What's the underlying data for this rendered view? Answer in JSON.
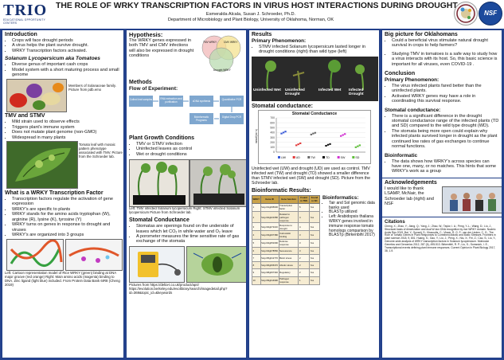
{
  "header": {
    "logo_text": "TRIO",
    "logo_sub": "EDUCATIONAL OPPORTUNITY CENTERS",
    "title": "THE ROLE OF WRKY TRANSCRIPTION FACTORS IN VIRUS HOST INTERACTIONS DURING DROUGHT",
    "authors": "Esmeralda Alcala, Susan J. Schroeder, Ph.D.",
    "department": "Department of Microbiology and Plant Biology, University of Oklahoma, Norman, OK",
    "seal_right": "NSF"
  },
  "col1": {
    "intro_title": "Introduction",
    "intro_items": [
      "Crops will face drought periods",
      "A virus helps the plant survive drought.",
      "WRKY Transcription factors activated."
    ],
    "solanum_title": "Solanum Lycopersicum aka Tomatoes",
    "solanum_items": [
      "Diverse genus of important cash crops",
      "Model system with a short maturing process and small genome"
    ],
    "solanum_caption": "Members of Solanaceae family. Picture from pdb.emo",
    "tmv_title": "TMV and STMV",
    "tmv_items": [
      "Mild strain used to observe effects",
      "Triggers plant's immune system",
      "Does not mutate plant genome (non-GMO)",
      "Widespread in many plants"
    ],
    "tmv_caption": "Tomato leaf with mosaic pattern phenotype associated with TMV. Picture from the Schroeder lab.",
    "wrky_title": "What is a WRKY Transcription Factor",
    "wrky_items": [
      "Transcription factors regulate the activation of gene expression",
      "WRKY's are specific to plants",
      "WRKY stands for the amino acids tryptophan (W), arginine (R), lysine (K), tyrosine (Y)",
      "WRKY turns on genes in response to drought and viruses",
      "WRKY's are organized into 3 groups"
    ],
    "wrky_caption": "Left: Cartoon representation model of Rice WRKY (green) binding at DNA major groove (red orange) Right: Main amino acids (magenta) binding to DNA. Zinc ligand (light blue) included. From Protein Data Bank 6IR8 (Cheng 2019)"
  },
  "col2": {
    "hyp_title": "Hypothesis:",
    "hyp_text": "The WRKY genes expressed in both TMV and CMV infections will also be expressed in drought conditions",
    "venn_labels": [
      "TMV WRKY",
      "CMV WRKY",
      "Drought WRKY"
    ],
    "methods_title": "Methods",
    "flow_title": "Flow of Experiment:",
    "flow_steps": [
      "Collect leaf samples",
      "RNA extraction and purification",
      "cDNA synthesis",
      "Quantitative PCR",
      "Bioinformatic Programs",
      "Digital Drop PCR"
    ],
    "growth_title": "Plant Growth Conditions",
    "growth_items": [
      "TMV or STMV infection",
      "Uninfected leaves as control",
      "Wet or drought conditions"
    ],
    "growth_caption": "Left: TMV infected Solanum lycopersicum Right: STMV infected Solanum lycopersicum Picture from Schroeder lab.",
    "stomatal_title": "Stomatal Conductance",
    "stomatal_items": [
      "Stomatas are openings found on the underside of leaves which let CO₂ in while water and O₂ leave",
      "A porometer measures the time sensitive rate of gas exchange of the stomata"
    ],
    "pictures_caption": "Pictures from https://delta-t.co.uk/product/ap4/ https://evolution.berkeley.edu/evolibrary/search/imagedetail.php?id=369&topic_id=&keywords"
  },
  "col3": {
    "results_title": "Results",
    "primary_title": "Primary Phenomenon:",
    "primary_text": "STMV infected Solanum lycopersicum lasted longer in drought conditions (right) than wild type (left)",
    "photo_labels": [
      "Uninfected Wet",
      "Uninfected Drought",
      "Infected Wet",
      "Infected Drought"
    ],
    "stomatal_title": "Stomatal conductance:",
    "chart_note": "Uninfected wet (UW) and drought (UD) are used as control. TMV infected wet (TW) and drought (TD) showed a smaller difference than STMV infected wet (SW) and drought (SD). Picture from the Schroeder lab.",
    "bioinfo_title": "Bioinformatic Results:",
    "table_headers": [
      "WRKY",
      "Gene ID",
      "Gene function",
      "Found in TMV",
      "Found in SD"
    ],
    "table_rows": [
      [
        "1",
        "Solyc01g095630",
        "Transcription factor",
        "5",
        "Yes"
      ],
      [
        "2",
        "Solyc02g021680",
        "Related to pathogen response",
        "4",
        "Yes"
      ],
      [
        "3",
        "Solyc02g071130",
        "Response to drought",
        "4",
        "Yes"
      ],
      [
        "4",
        "Solyc03g007380",
        "Calmodulin binding",
        "3",
        "Yes"
      ],
      [
        "5",
        "Solyc04g051690",
        "Defense response",
        "3",
        "Yes"
      ],
      [
        "6",
        "Solyc04g078550",
        "Senescence",
        "3",
        "Yes"
      ],
      [
        "7",
        "Solyc05g012770",
        "Biotic stress",
        "2",
        "Yes"
      ],
      [
        "8",
        "Solyc06g066370",
        "Abiotic stress",
        "2",
        "Yes"
      ],
      [
        "9",
        "Solyc08g067340",
        "Regulatory",
        "2",
        "Yes"
      ],
      [
        "10",
        "Solyc09g014990",
        "Pathogen response",
        "1",
        "Yes"
      ]
    ],
    "bioinfo_right_title": "Bioinformatics:",
    "bioinfo_right_items": [
      "Tair and Sol genomic data banks used",
      "BLASTp utilized",
      "Left: Arabidopsis thaliana WRKY genes involved in immune response tomato homologs comparison by BLASTp (Birkenbihl 2017)"
    ]
  },
  "col4": {
    "big_title": "Big picture for Oklahomans",
    "big_items": [
      "Could a beneficial virus stimulate natural drought survival in crops to help farmers?",
      "Studying TMV in tomatoes is a safe way to study how a virus interacts with its host. So, this basic science is important for all viruses, even COVID-19 ."
    ],
    "conclusion_title": "Conclusion",
    "conc_primary_title": "Primary Phenomenon:",
    "conc_primary_items": [
      "The virus infected plants fared better than the uninfected plants.",
      "Activated WRKY genes may have a role in coordinating this survival response."
    ],
    "conc_stomatal_title": "Stomatal conductance:",
    "conc_stomatal_items": [
      "There is a significant difference in the drought stomatal conductance range of the infected plants (TD and SD) compared to the wild type drought (WD).",
      "The stomata being more open could explain why infected plants survived longer in drought as the plant continued low rates of gas exchanges to continue normal functions."
    ],
    "conc_bioinfo_title": "Bioinformatic",
    "conc_bioinfo_items": [
      "The data shows how WRKY's across species can have one, many, or no matches. This hints that some WRKY's work as a group"
    ],
    "ack_title": "Acknowledgements",
    "ack_text": "I would like to thank LSAMP, McNair, the Schroeder lab (right) and NSF",
    "citations_title": "Citations",
    "citations_text": "Cheng, X.; Zhao, Y.; Jiang, Q.; Yang, J.; Zhao, W.; Taylor, I. A.; Peng, Y.-L.; Wang, D.; Liu, J., Structural basis of dimerization and dual W-box DNA recognition by rice WRKY domain. Nucleic Acids Res 2019. Bai, Y.; Sunarti, S.; Kissoudis, C.; Visser, R. G. F.; van der Linden, C. G., The Role of Tomato Genes in Plant Responses to Combined Abiotic and Biotic Stresses. Frontiers in plant science 2018, 9, 801. Huang, S.; Gao, Y.; Liu, J.; Peng, X.; Niu, X.; Fei, Z.; Cao, S.; Liu, Y., Genome-wide analysis of WRKY transcription factors in Solanum lycopersicum. Molecular Genetics and Genomics 2012, 287 (6), 495-513. Birkenbihl, R. P.; Liu, S.; Somssich, I. E., Transcriptional events defining plant immune responses. Current Opinion in Plant Biology 2017, 38, 1-9."
  },
  "chart_data": {
    "type": "scatter",
    "title": "Stomatal Conductance",
    "ylabel": "mmol/(m²·s)",
    "ylim": [
      0,
      700
    ],
    "yticks": [
      0,
      100,
      200,
      300,
      400,
      500,
      600,
      700
    ],
    "series": [
      {
        "name": "UW",
        "color": "#3a5bd9",
        "values": [
          380,
          400,
          420
        ]
      },
      {
        "name": "UD",
        "color": "#e23b3b",
        "values": [
          140,
          160,
          180
        ]
      },
      {
        "name": "TW",
        "color": "#6b6b6b",
        "values": [
          360,
          380,
          395
        ]
      },
      {
        "name": "TD",
        "color": "#111111",
        "values": [
          130,
          150,
          165
        ]
      },
      {
        "name": "SW",
        "color": "#d233d2",
        "values": [
          330,
          350,
          370
        ]
      },
      {
        "name": "SD",
        "color": "#5fbf3a",
        "values": [
          100,
          120,
          140
        ]
      }
    ],
    "legend": "bottom"
  }
}
